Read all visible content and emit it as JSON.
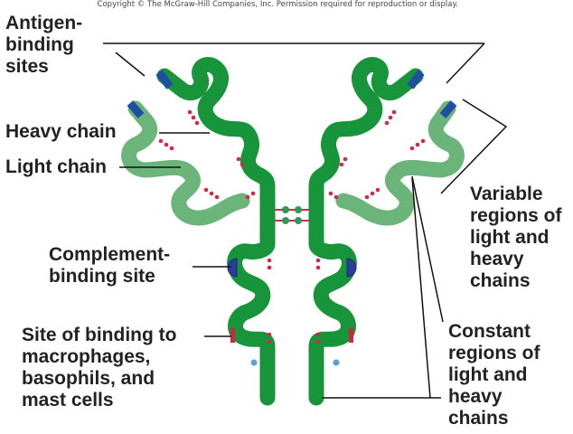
{
  "copyright": "Copyright © The McGraw-Hill Companies, Inc. Permission required for reproduction or display.",
  "labels": {
    "antigen_binding_1": "Antigen-",
    "antigen_binding_2": "binding",
    "antigen_binding_3": "sites",
    "heavy_chain": "Heavy chain",
    "light_chain": "Light chain",
    "complement_1": "Complement-",
    "complement_2": "binding site",
    "macro_1": "Site of binding to",
    "macro_2": "macrophages,",
    "macro_3": "basophils, and",
    "macro_4": "mast cells",
    "variable_1": "Variable",
    "variable_2": "regions of",
    "variable_3": "light and",
    "variable_4": "heavy",
    "variable_5": "chains",
    "constant_1": "Constant",
    "constant_2": "regions of",
    "constant_3": "light and",
    "constant_4": "heavy",
    "constant_5": "chains"
  },
  "colors": {
    "heavy_chain": "#18953a",
    "light_chain": "#6cb57a",
    "antigen_site": "#1f4fa0",
    "complement_site": "#2a3f99",
    "disulfide": "#d2284a",
    "macrophage_site": "#c8283c",
    "pointer_line": "#111111"
  }
}
